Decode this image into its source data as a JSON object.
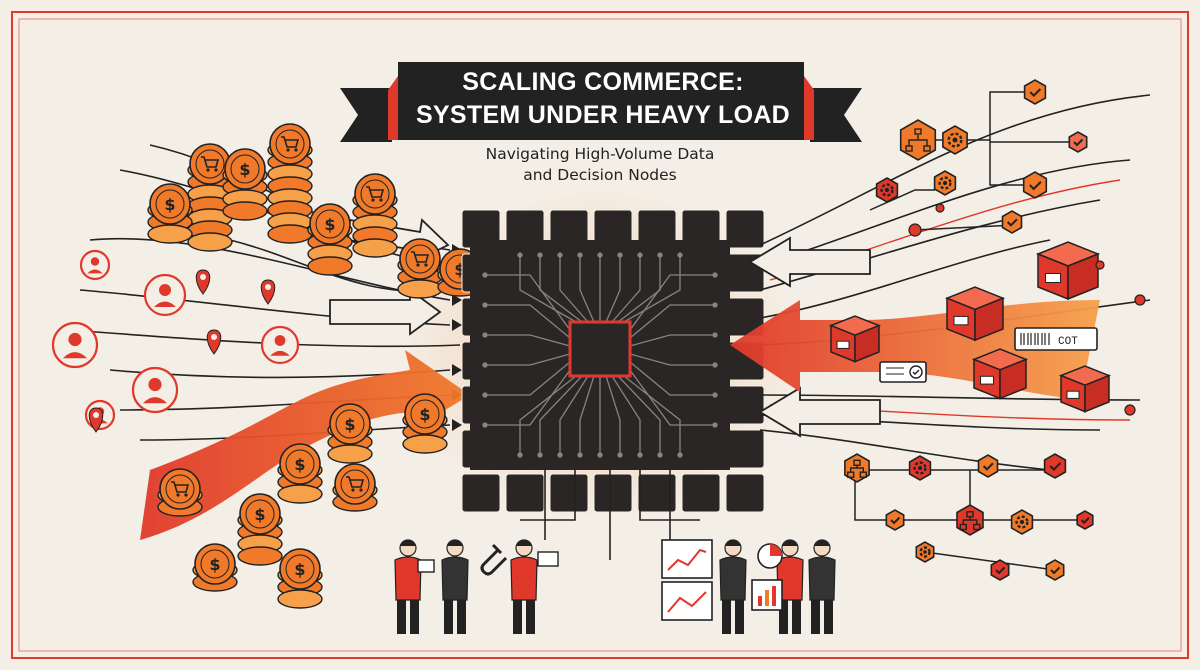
{
  "header": {
    "title_line1": "SCALING COMMERCE:",
    "title_line2": "SYSTEM UNDER HEAVY LOAD",
    "subtitle_line1": "Navigating High-Volume Data",
    "subtitle_line2": "and Decision Nodes"
  },
  "labels": {
    "barcode_tag": "COT"
  },
  "colors": {
    "background": "#f4efe6",
    "ink": "#222222",
    "red": "#e0392b",
    "orange": "#f07a2a",
    "light_orange": "#f6a04a"
  },
  "icons": {
    "coin": "dollar-coin-icon",
    "cart": "shopping-cart-coin-icon",
    "user": "user-avatar-icon",
    "pin": "map-pin-icon",
    "package": "package-box-icon",
    "check": "check-hexagon-icon",
    "gear": "gear-icon",
    "flow": "flowchart-node-icon",
    "chip": "processor-chip-icon"
  }
}
